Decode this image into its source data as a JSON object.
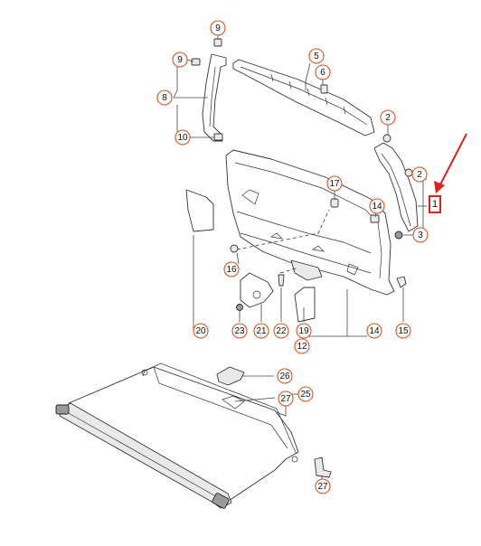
{
  "diagram": {
    "callouts": [
      {
        "id": "c9a",
        "label": "9"
      },
      {
        "id": "c9b",
        "label": "9"
      },
      {
        "id": "c8",
        "label": "8"
      },
      {
        "id": "c10",
        "label": "10"
      },
      {
        "id": "c5",
        "label": "5"
      },
      {
        "id": "c6",
        "label": "6"
      },
      {
        "id": "c2a",
        "label": "2"
      },
      {
        "id": "c2b",
        "label": "2"
      },
      {
        "id": "c17",
        "label": "17"
      },
      {
        "id": "c14a",
        "label": "14"
      },
      {
        "id": "c3",
        "label": "3"
      },
      {
        "id": "c16",
        "label": "16"
      },
      {
        "id": "c20",
        "label": "20"
      },
      {
        "id": "c23",
        "label": "23"
      },
      {
        "id": "c21",
        "label": "21"
      },
      {
        "id": "c22",
        "label": "22"
      },
      {
        "id": "c19",
        "label": "19"
      },
      {
        "id": "c12",
        "label": "12"
      },
      {
        "id": "c14b",
        "label": "14"
      },
      {
        "id": "c15",
        "label": "15"
      },
      {
        "id": "c26",
        "label": "26"
      },
      {
        "id": "c27a",
        "label": "27"
      },
      {
        "id": "c25",
        "label": "25"
      },
      {
        "id": "c27b",
        "label": "27"
      }
    ],
    "highlight": {
      "label": "1",
      "color": "#e0201a"
    },
    "callout_color": "#d9531e"
  }
}
